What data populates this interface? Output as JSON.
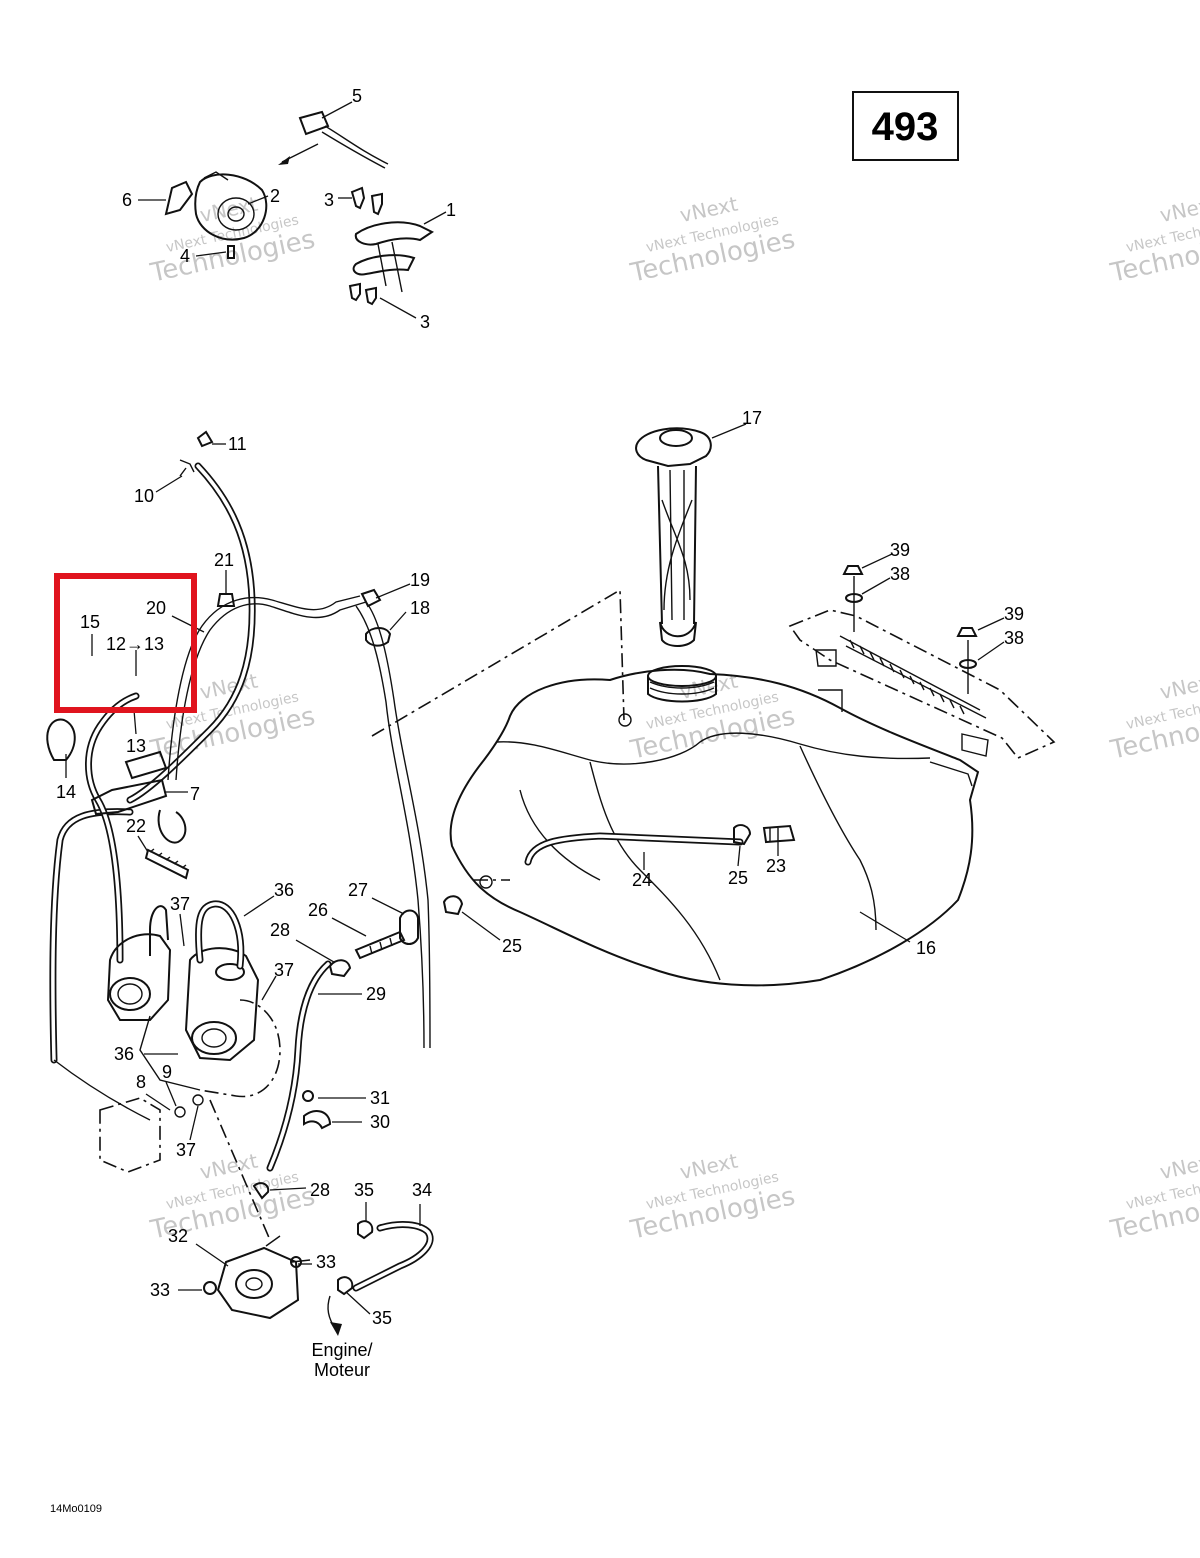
{
  "page_number": "493",
  "figure_code": "14Mo0109",
  "engine_label_line1": "Engine/",
  "engine_label_line2": "Moteur",
  "watermark_line1": "vNext Technologies",
  "watermark_line2": "Technologies",
  "watermark_top": "vNext",
  "highlight_color": "#e0141e",
  "callouts": [
    {
      "id": "c5",
      "text": "5"
    },
    {
      "id": "c6",
      "text": "6"
    },
    {
      "id": "c2",
      "text": "2"
    },
    {
      "id": "c3a",
      "text": "3"
    },
    {
      "id": "c1",
      "text": "1"
    },
    {
      "id": "c4",
      "text": "4"
    },
    {
      "id": "c3b",
      "text": "3"
    },
    {
      "id": "c11",
      "text": "11"
    },
    {
      "id": "c10",
      "text": "10"
    },
    {
      "id": "c21",
      "text": "21"
    },
    {
      "id": "c20",
      "text": "20"
    },
    {
      "id": "c15",
      "text": "15"
    },
    {
      "id": "c12to13",
      "text": "12→13"
    },
    {
      "id": "c13",
      "text": "13"
    },
    {
      "id": "c14",
      "text": "14"
    },
    {
      "id": "c7",
      "text": "7"
    },
    {
      "id": "c22",
      "text": "22"
    },
    {
      "id": "c19",
      "text": "19"
    },
    {
      "id": "c18",
      "text": "18"
    },
    {
      "id": "c17",
      "text": "17"
    },
    {
      "id": "c39a",
      "text": "39"
    },
    {
      "id": "c38a",
      "text": "38"
    },
    {
      "id": "c39b",
      "text": "39"
    },
    {
      "id": "c38b",
      "text": "38"
    },
    {
      "id": "c36a",
      "text": "36"
    },
    {
      "id": "c37a",
      "text": "37"
    },
    {
      "id": "c27",
      "text": "27"
    },
    {
      "id": "c26",
      "text": "26"
    },
    {
      "id": "c28a",
      "text": "28"
    },
    {
      "id": "c37b",
      "text": "37"
    },
    {
      "id": "c29",
      "text": "29"
    },
    {
      "id": "c24",
      "text": "24"
    },
    {
      "id": "c25a",
      "text": "25"
    },
    {
      "id": "c23",
      "text": "23"
    },
    {
      "id": "c25b",
      "text": "25"
    },
    {
      "id": "c16",
      "text": "16"
    },
    {
      "id": "c36b",
      "text": "36"
    },
    {
      "id": "c8",
      "text": "8"
    },
    {
      "id": "c9",
      "text": "9"
    },
    {
      "id": "c31",
      "text": "31"
    },
    {
      "id": "c30",
      "text": "30"
    },
    {
      "id": "c37c",
      "text": "37"
    },
    {
      "id": "c28b",
      "text": "28"
    },
    {
      "id": "c35a",
      "text": "35"
    },
    {
      "id": "c34",
      "text": "34"
    },
    {
      "id": "c32",
      "text": "32"
    },
    {
      "id": "c33a",
      "text": "33"
    },
    {
      "id": "c33b",
      "text": "33"
    },
    {
      "id": "c35b",
      "text": "35"
    }
  ]
}
